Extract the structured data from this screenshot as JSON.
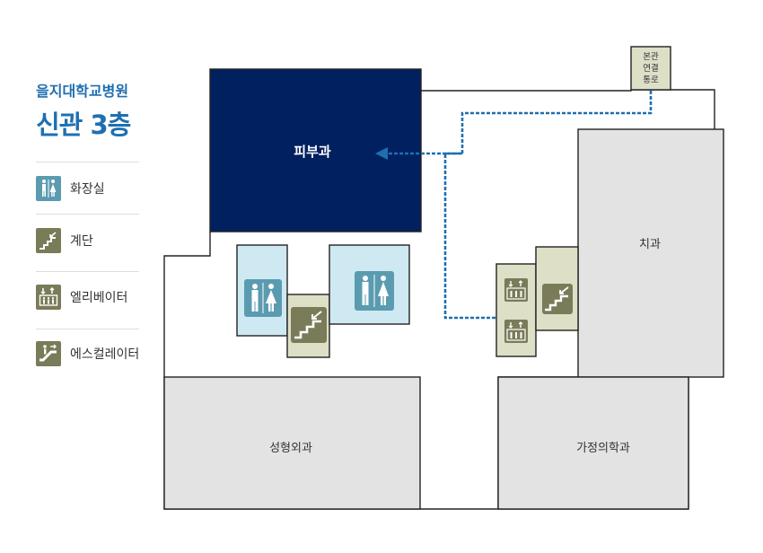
{
  "header": {
    "hospital_name": "을지대학교병원",
    "floor_title": "신관 3층"
  },
  "legend": [
    {
      "label": "화장실",
      "icon": "restroom-icon",
      "color": "#5b9bb0"
    },
    {
      "label": "계단",
      "icon": "stairs-icon",
      "color": "#7a7b58"
    },
    {
      "label": "엘리베이터",
      "icon": "elevator-icon",
      "color": "#7a7b58"
    },
    {
      "label": "에스컬레이터",
      "icon": "escalator-icon",
      "color": "#7a7b58"
    }
  ],
  "rooms": {
    "dermatology": "피부과",
    "dentistry": "치과",
    "plastic_surgery": "성형외과",
    "family_medicine": "가정의학과",
    "corridor_line1": "본관",
    "corridor_line2": "연결",
    "corridor_line3": "통로"
  },
  "colors": {
    "brand": "#1f6fb0",
    "highlight_room": "#00205f",
    "room_gray": "#e3e3e3",
    "restroom": "#cfe9f3",
    "facility": "#dedfc7",
    "route": "#1f6fb0"
  }
}
